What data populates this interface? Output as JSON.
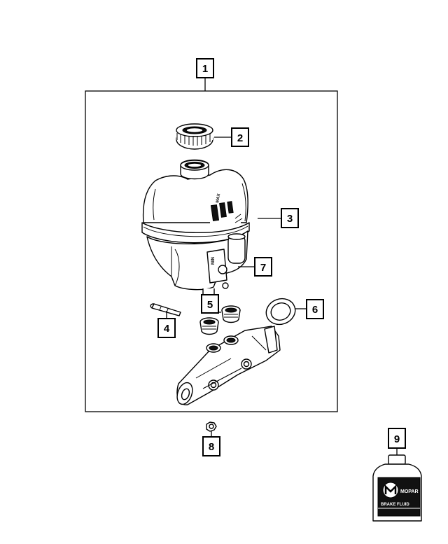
{
  "callouts": {
    "c1": "1",
    "c2": "2",
    "c3": "3",
    "c4": "4",
    "c5": "5",
    "c6": "6",
    "c7": "7",
    "c8": "8",
    "c9": "9"
  },
  "reservoir_markings": {
    "max": "MAX",
    "min": "MIN"
  },
  "bottle_label": {
    "brand": "MOPAR",
    "product": "BRAKE FLUID"
  }
}
